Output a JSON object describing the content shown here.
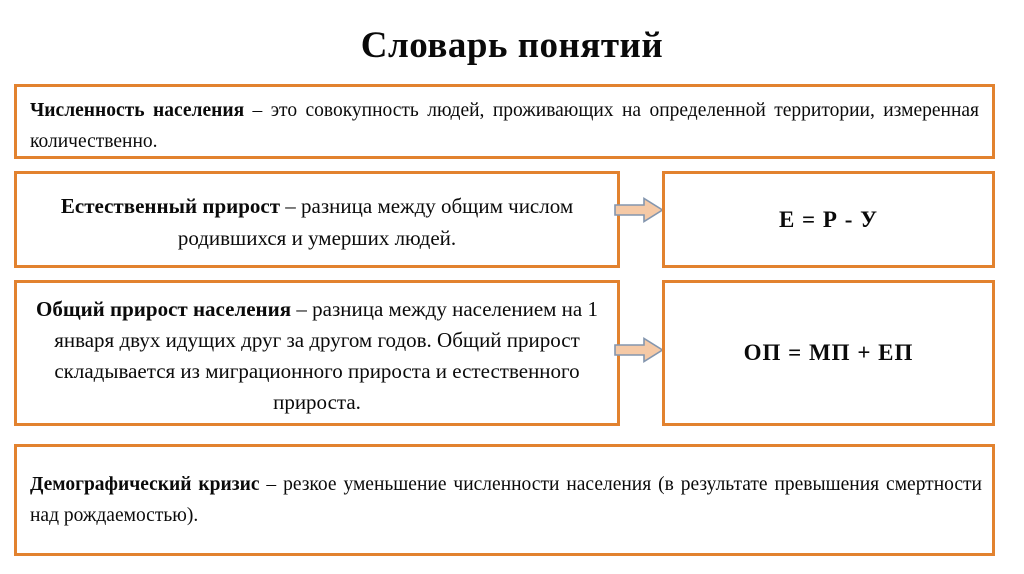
{
  "slide": {
    "title": "Словарь понятий",
    "background_color": "#FFFFFF",
    "border_color": "#E2822F",
    "arrow_fill_color": "#F5C9A6",
    "arrow_stroke_color": "#8496AE"
  },
  "definitions": {
    "population_size": {
      "term": "Численность населения",
      "dash": " – ",
      "body": "это совокупность людей, проживающих на определенной территории, измеренная количественно."
    },
    "natural_growth": {
      "term": "Естественный прирост",
      "dash": " – ",
      "body": "разница между общим числом родившихся и умерших людей."
    },
    "total_growth": {
      "term": "Общий прирост населения",
      "dash": " – ",
      "body": "разница между населением на 1 января двух идущих друг за другом годов. Общий прирост складывается из миграционного прироста и естественного прироста."
    },
    "demographic_crisis": {
      "term": "Демографический кризис",
      "dash": " – ",
      "body": "резкое уменьшение численности населения (в результате превышения смертности над рождаемостью)."
    }
  },
  "formulas": {
    "natural_growth": "Е = Р - У",
    "total_growth": "ОП = МП + ЕП"
  },
  "icons": {
    "arrow_right": "right-arrow-icon"
  }
}
